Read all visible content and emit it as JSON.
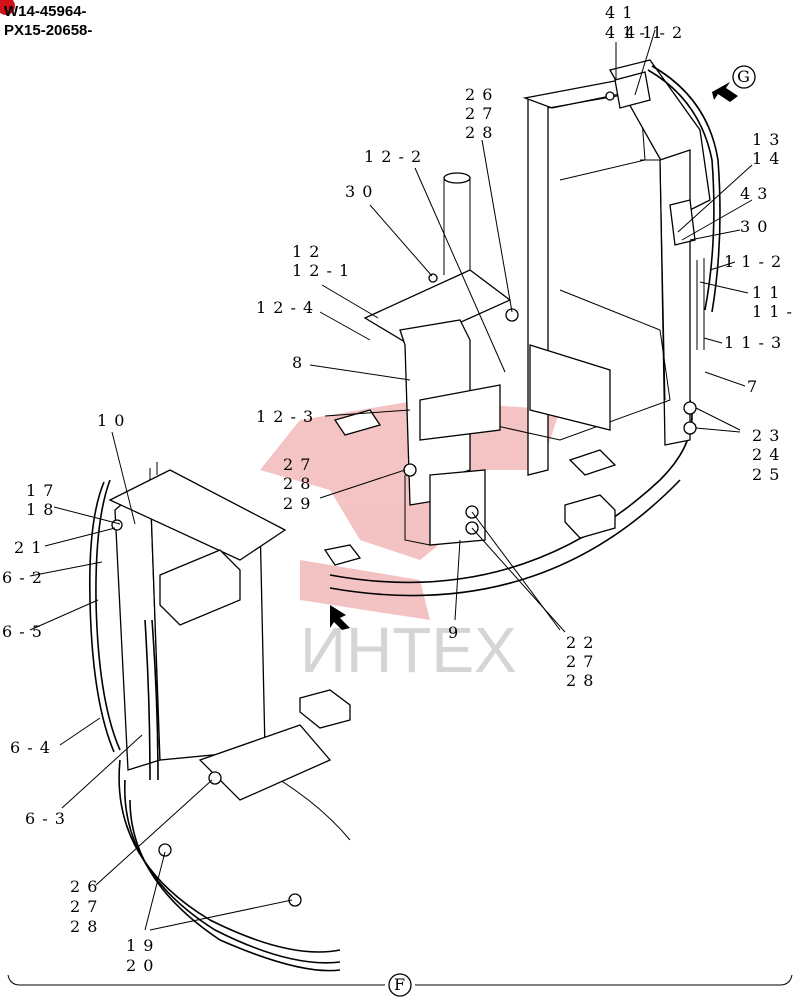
{
  "serials": [
    "W14-45964-",
    "PX15-20658-"
  ],
  "watermark": "ИНТЕХ",
  "view_markers": {
    "g": "G",
    "f": "F"
  },
  "callouts": {
    "c41": "4 1",
    "c41_1": "4 1 - 1",
    "c41_2": "4 1 - 2",
    "c26a": "2 6",
    "c27a": "2 7",
    "c28a": "2 8",
    "c12_2": "1 2 - 2",
    "c13": "1 3",
    "c14": "1 4",
    "c30a": "3 0",
    "c43": "4 3",
    "c30b": "3 0",
    "c12": "1 2",
    "c12_1": "1 2 - 1",
    "c11_2": "1 1 - 2",
    "c11": "1 1",
    "c11_": "1 1 -",
    "c12_4": "1 2 - 4",
    "c11_3": "1 1 - 3",
    "c8": "8",
    "c7": "7",
    "c12_3": "1 2 - 3",
    "c10": "1 0",
    "c23": "2 3",
    "c24": "2 4",
    "c25": "2 5",
    "c27b": "2 7",
    "c28b": "2 8",
    "c29": "2 9",
    "c17": "1 7",
    "c18": "1 8",
    "c21": "2 1",
    "c6_2": "6 - 2",
    "c6_5": "6 - 5",
    "c9": "9",
    "c22": "2 2",
    "c27c": "2 7",
    "c28c": "2 8",
    "c6_4": "6 - 4",
    "c6_3": "6 - 3",
    "c26b": "2 6",
    "c27d": "2 7",
    "c28d": "2 8",
    "c19": "1 9",
    "c20": "2 0"
  }
}
